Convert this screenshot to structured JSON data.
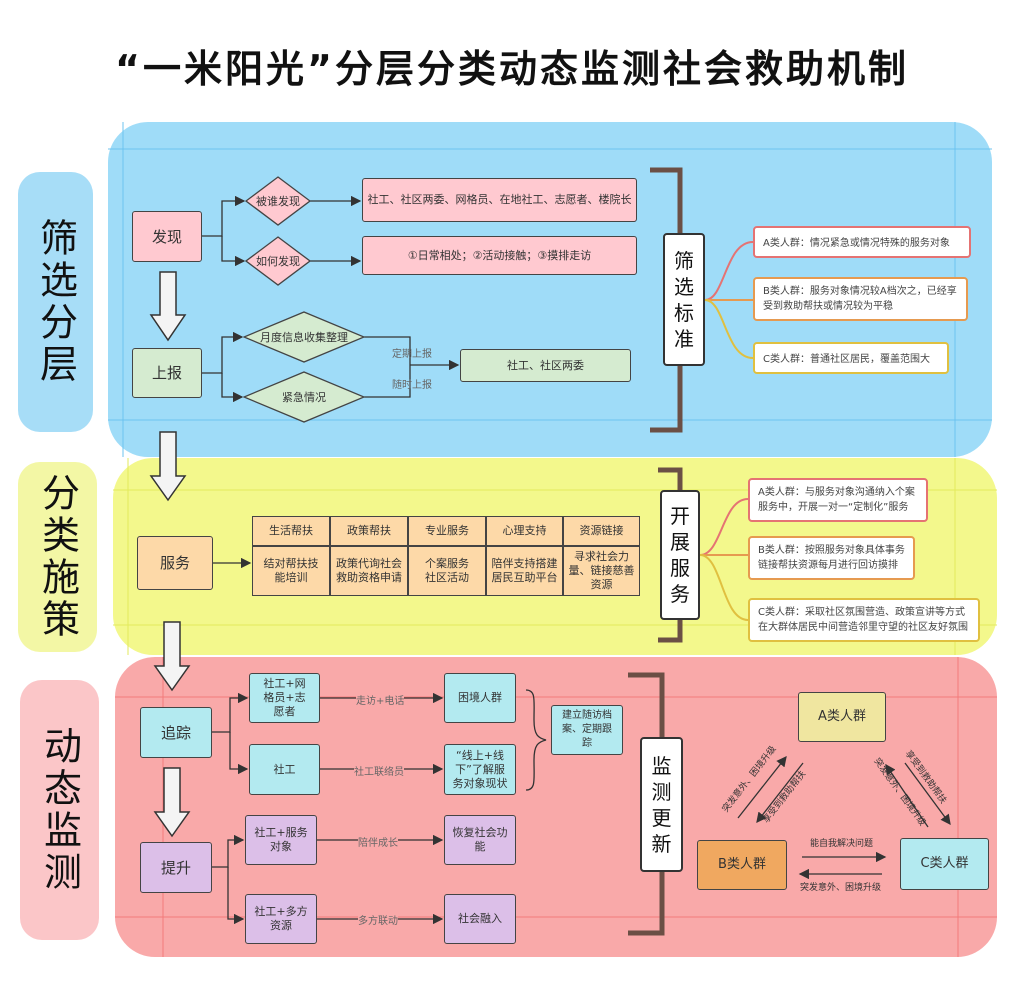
{
  "title": "“一米阳光”分层分类动态监测社会救助机制",
  "colors": {
    "screen_panel": "#9fdcf8",
    "measure_panel": "#f3f88c",
    "monitor_panel": "#f9a9a9",
    "screen_pill": "#a7ddf7",
    "measure_pill": "#f3f7a5",
    "monitor_pill": "#fbc6c8"
  },
  "sections": {
    "screen": "筛选分层",
    "measure": "分类施策",
    "monitor": "动态监测"
  },
  "screen": {
    "discover": "发现",
    "who": "被谁发现",
    "how": "如何发现",
    "who_result": "社工、社区两委、网格员、在地社工、志愿者、楼院长",
    "how_result": "①日常相处；②活动接触；③摸排走访",
    "report": "上报",
    "monthly": "月度信息收集整理",
    "urgent": "紧急情况",
    "regular_label": "定期上报",
    "anytime_label": "随时上报",
    "report_to": "社工、社区两委",
    "criteria_title": "筛选标准",
    "criteria": [
      "A类人群：情况紧急或情况特殊的服务对象",
      "B类人群：服务对象情况较A档次之，已经享受到救助帮扶或情况较为平稳",
      "C类人群：普通社区居民，覆盖范围大"
    ]
  },
  "measure": {
    "service": "服务",
    "table": {
      "headers": [
        "生活帮扶",
        "政策帮扶",
        "专业服务",
        "心理支持",
        "资源链接"
      ],
      "cells": [
        "结对帮扶技能培训",
        "政策代询社会救助资格申请",
        "个案服务社区活动",
        "陪伴支持搭建居民互助平台",
        "寻求社会力量、链接慈善资源"
      ]
    },
    "title": "开展服务",
    "groups": [
      "A类人群：与服务对象沟通纳入个案服务中，开展一对一“定制化”服务",
      "B类人群：按照服务对象具体事务链接帮扶资源每月进行回访摸排",
      "C类人群：采取社区氛围营造、政策宣讲等方式在大群体居民中间营造邻里守望的社区友好氛围"
    ]
  },
  "monitor": {
    "track": "追踪",
    "track_a": "社工+网格员+志愿者",
    "track_b": "社工",
    "via_a": "走访+电话",
    "via_b": "社工联络员",
    "target_a": "困境人群",
    "target_b": "“线上+线下”了解服务对象现状",
    "archive": "建立随访档案、定期跟踪",
    "improve": "提升",
    "improve_a": "社工+服务对象",
    "improve_b": "社工+多方资源",
    "via_c": "陪伴成长",
    "via_d": "多方联动",
    "goal_a": "恢复社会功能",
    "goal_b": "社会融入",
    "title": "监测更新",
    "group_a": "A类人群",
    "group_b": "B类人群",
    "group_c": "C类人群",
    "b_to_a": "突发意外、困境升级",
    "a_to_b": "享受到救助帮扶",
    "a_to_c": "享受到救助帮扶",
    "c_to_a": "突发意外、困境升级",
    "b_to_c": "能自我解决问题",
    "c_to_b": "突发意外、困境升级"
  }
}
